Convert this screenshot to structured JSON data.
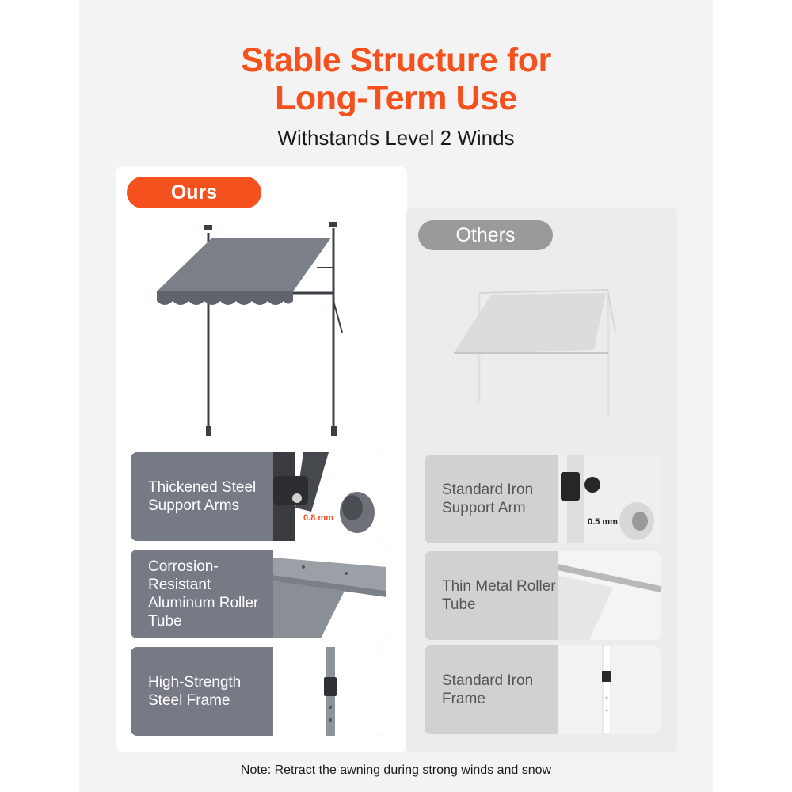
{
  "header": {
    "title_line1": "Stable Structure for",
    "title_line2": "Long-Term Use",
    "subtitle": "Withstands Level 2 Winds"
  },
  "ours": {
    "label": "Ours",
    "features": [
      {
        "text": "Thickened Steel Support Arms",
        "measure": "0.8 mm"
      },
      {
        "text": "Corrosion-Resistant Aluminum Roller Tube"
      },
      {
        "text": "High-Strength Steel Frame"
      }
    ]
  },
  "others": {
    "label": "Others",
    "features": [
      {
        "text": "Standard Iron Support Arm",
        "measure": "0.5 mm"
      },
      {
        "text": "Thin Metal Roller Tube"
      },
      {
        "text": "Standard Iron Frame"
      }
    ]
  },
  "note": "Note: Retract the awning during strong winds and snow",
  "colors": {
    "accent": "#f4511e",
    "ours_panel": "#757a85",
    "others_panel": "#d1d1d1",
    "others_pill": "#9a9a9a"
  }
}
